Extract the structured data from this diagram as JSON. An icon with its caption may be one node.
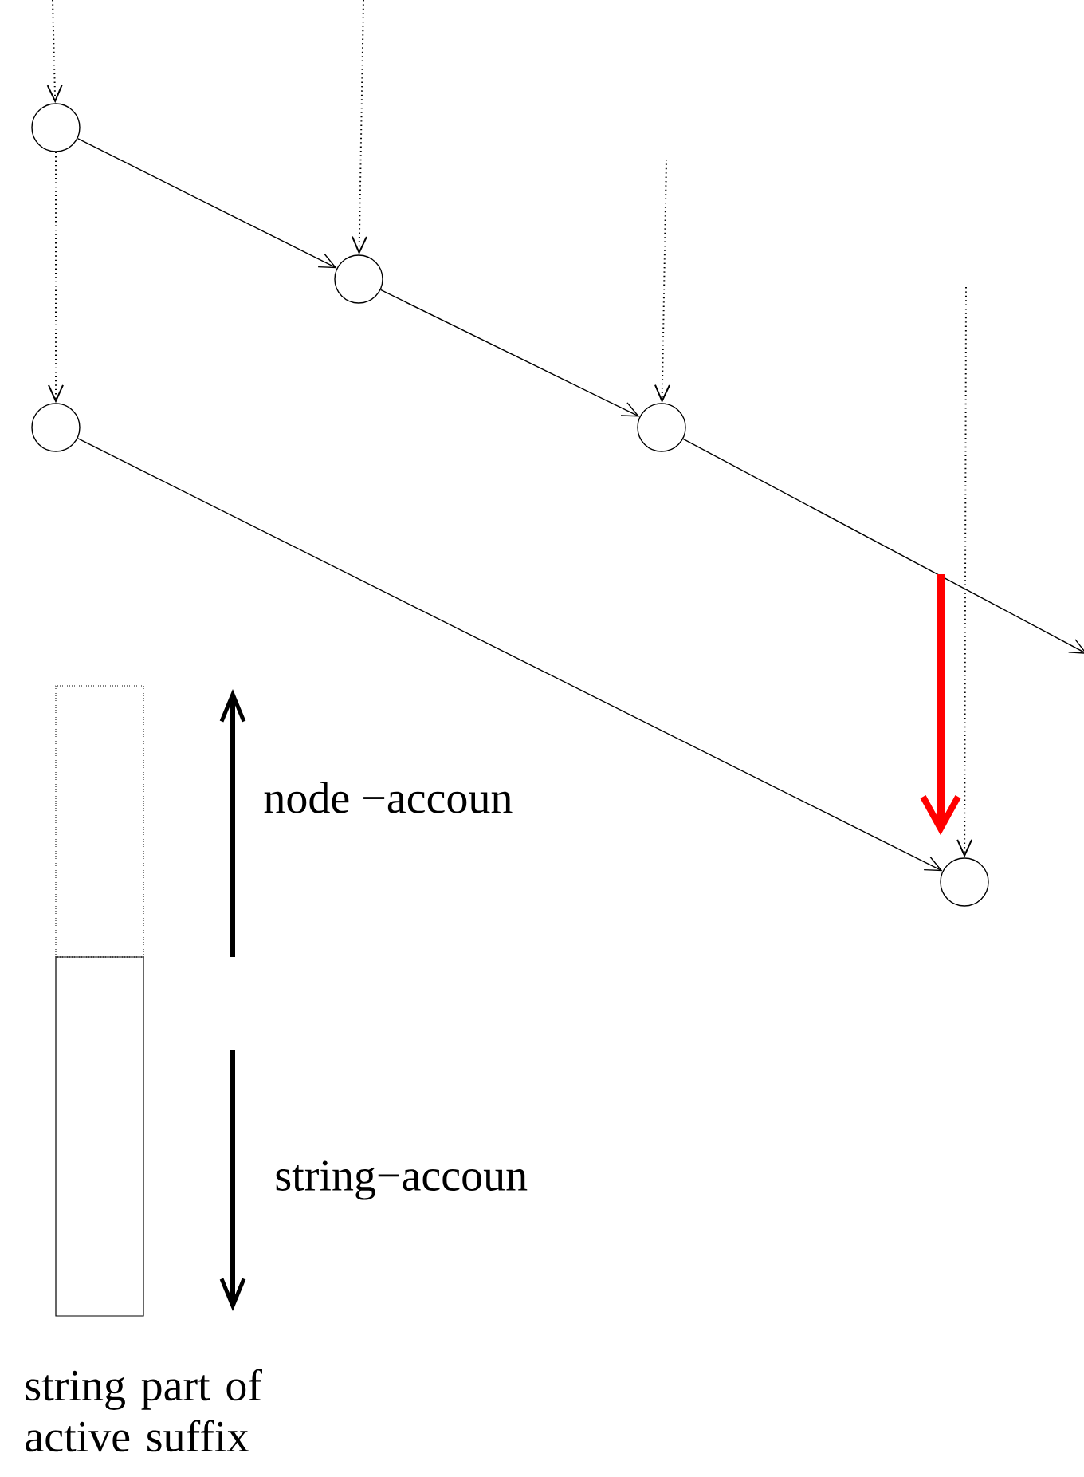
{
  "diagram": {
    "nodes": [
      {
        "text": [],
        "shape": "circle"
      },
      {
        "text": [],
        "shape": "circle"
      },
      {
        "text": [],
        "shape": "circle"
      },
      {
        "text": [],
        "shape": "circle"
      },
      {
        "text": [],
        "shape": "circle"
      }
    ],
    "edges": [
      {
        "from": null,
        "to": 0,
        "arrow": "to",
        "style": "dashed"
      },
      {
        "from": 0,
        "to": 1,
        "arrow": "to"
      },
      {
        "from": null,
        "to": 1,
        "arrow": "to",
        "style": "dashed"
      },
      {
        "from": 0,
        "to": 3,
        "arrow": "to",
        "style": "dashed"
      },
      {
        "from": 1,
        "to": 2,
        "arrow": "to"
      },
      {
        "from": null,
        "to": 2,
        "arrow": "to",
        "style": "dashed"
      },
      {
        "from": 2,
        "to": null,
        "arrow": "to"
      },
      {
        "from": 3,
        "to": 4,
        "arrow": "to"
      },
      {
        "from": null,
        "to": 4,
        "arrow": "to",
        "style": "dashed"
      },
      {
        "from": null,
        "to": 4,
        "arrow": "to",
        "style": "thick",
        "color": "#ff0000"
      }
    ],
    "labels": [
      "node −accoun",
      "string−accoun",
      "string part of active suffix"
    ]
  }
}
